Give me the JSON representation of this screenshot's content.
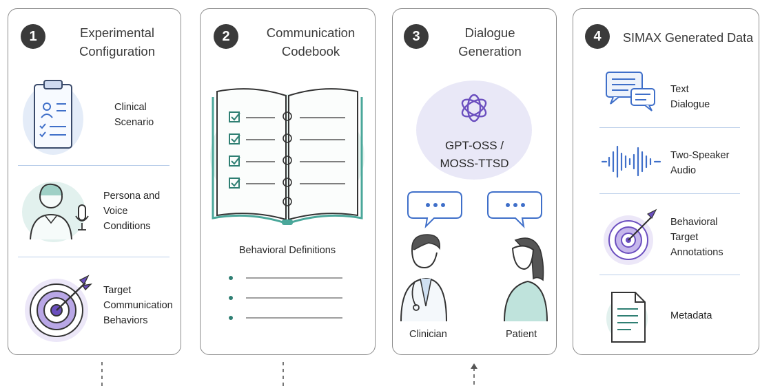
{
  "panels": [
    {
      "number": "1",
      "title": [
        "Experimental",
        "Configuration"
      ],
      "items": [
        {
          "icon": "clipboard-icon",
          "label": [
            "Clinical",
            "Scenario"
          ]
        },
        {
          "icon": "persona-mic-icon",
          "label": [
            "Persona and",
            "Voice",
            "Conditions"
          ]
        },
        {
          "icon": "target-icon",
          "label": [
            "Target",
            "Communication",
            "Behaviors"
          ]
        }
      ]
    },
    {
      "number": "2",
      "title": [
        "Communication",
        "Codebook"
      ],
      "icon": "codebook-icon",
      "subtitle": "Behavioral Definitions"
    },
    {
      "number": "3",
      "title": [
        "Dialogue",
        "Generation"
      ],
      "model_label": [
        "GPT-OSS /",
        "MOSS-TTSD"
      ],
      "speakers": [
        "Clinician",
        "Patient"
      ],
      "speech_bubble_text": "•••"
    },
    {
      "number": "4",
      "title": [
        "SIMAX  Generated Data"
      ],
      "items": [
        {
          "icon": "text-dialogue-icon",
          "label": [
            "Text",
            "Dialogue"
          ]
        },
        {
          "icon": "audio-waveform-icon",
          "label": [
            "Two-Speaker",
            "Audio"
          ]
        },
        {
          "icon": "target-icon",
          "label": [
            "Behavioral",
            "Target",
            "Annotations"
          ]
        },
        {
          "icon": "document-icon",
          "label": [
            "Metadata"
          ]
        }
      ]
    }
  ],
  "colors": {
    "border": "#8a8a8a",
    "badge": "#3a3a3a",
    "accent_purple": "#6b4fbf",
    "accent_blue": "#3f6fc9",
    "accent_teal": "#4aa79a",
    "divider": "#b9cde9"
  }
}
